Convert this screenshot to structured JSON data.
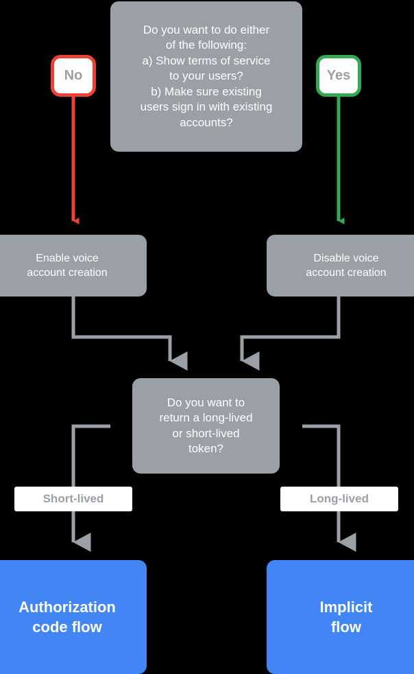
{
  "diagram": {
    "title": "Account linking flow decision chart",
    "background": "#000000",
    "colors": {
      "gray_node": "#9aa0a6",
      "blue_node": "#4285f4",
      "red_edge": "#ea4335",
      "green_edge": "#34a853",
      "gray_edge": "#9aa0a6",
      "chip_background": "#fdfdfd",
      "label_text": "#9aa0a6",
      "node_text": "#ffffff"
    },
    "nodes": {
      "question_top": {
        "text": "Do you want to do either\nof the following:\na) Show terms of service\nto your users?\nb) Make sure existing\nusers sign in with existing\naccounts?",
        "type": "decision"
      },
      "chip_no": {
        "label": "No",
        "type": "branch-chip",
        "accent": "#ea4335"
      },
      "chip_yes": {
        "label": "Yes",
        "type": "branch-chip",
        "accent": "#34a853"
      },
      "enable_voice": {
        "text": "Enable voice\naccount creation",
        "type": "process"
      },
      "disable_voice": {
        "text": "Disable voice\naccount creation",
        "type": "process"
      },
      "question_token": {
        "text": "Do you want to\nreturn a long-lived\nor short-lived\ntoken?",
        "type": "decision"
      },
      "label_short": {
        "label": "Short-lived",
        "type": "edge-label"
      },
      "label_long": {
        "label": "Long-lived",
        "type": "edge-label"
      },
      "auth_code_flow": {
        "text": "Authorization\ncode flow",
        "type": "terminal"
      },
      "implicit_flow": {
        "text": "Implicit\nflow",
        "type": "terminal"
      }
    }
  }
}
